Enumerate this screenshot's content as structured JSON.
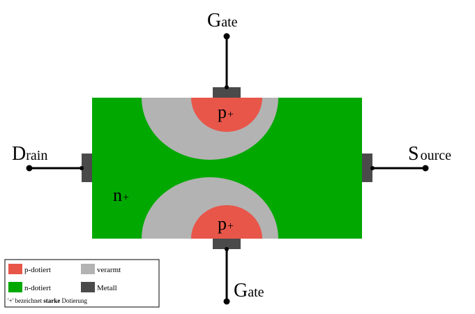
{
  "labels": {
    "gate_top_initial": "G",
    "gate_top_rest": "ate",
    "gate_bottom_initial": "G",
    "gate_bottom_rest": "ate",
    "drain_initial": "D",
    "drain_rest": "rain",
    "source_initial": "S",
    "source_rest": "ource",
    "p_top": "p",
    "p_top_sup": "+",
    "p_bottom": "p",
    "p_bottom_sup": "+",
    "n_channel": "n",
    "n_channel_sup": "+"
  },
  "legend": {
    "items": [
      {
        "label": "p-dotiert",
        "color": "#e8564a"
      },
      {
        "label": "verarmt",
        "color": "#b3b3b3"
      },
      {
        "label": "n-dotiert",
        "color": "#00a800"
      },
      {
        "label": "Metall",
        "color": "#4a4a4a"
      }
    ],
    "note_prefix": "'+' bezeichnet ",
    "note_bold": "starke",
    "note_suffix": " Dotierung"
  },
  "colors": {
    "n_doped": "#00a800",
    "p_doped": "#e8564a",
    "depleted": "#b3b3b3",
    "metal": "#4a4a4a",
    "wire": "#000000"
  }
}
